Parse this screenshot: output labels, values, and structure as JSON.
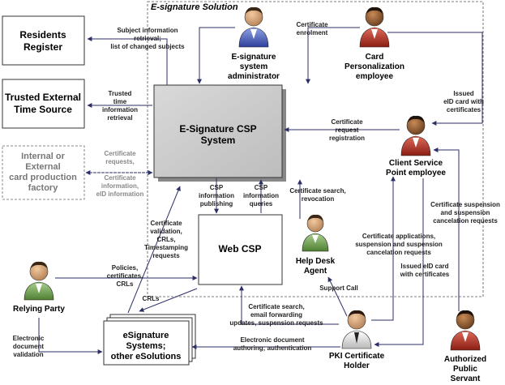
{
  "solution_title": "E-signature Solution",
  "boxes": {
    "residents": [
      "Residents",
      "Register"
    ],
    "trusted": [
      "Trusted External",
      "Time Source"
    ],
    "factory": [
      "Internal or",
      "External",
      "card production",
      "factory"
    ],
    "csp": [
      "E-Signature CSP",
      "System"
    ],
    "webcsp": "Web CSP",
    "esig": [
      "eSignature",
      "Systems;",
      "other eSolutions"
    ]
  },
  "actors": {
    "admin": [
      "E-signature",
      "system",
      "administrator"
    ],
    "card_pers": [
      "Card",
      "Personalization",
      "employee"
    ],
    "csp_emp": [
      "Client Service",
      "Point employee"
    ],
    "helpdesk": [
      "Help Desk",
      "Agent"
    ],
    "relying": [
      "Relying Party"
    ],
    "pki": [
      "PKI Certificate",
      "Holder"
    ],
    "servant": [
      "Authorized",
      "Public",
      "Servant"
    ]
  },
  "labels": {
    "subject_info": [
      "Subject information",
      "retrieval;",
      "list of changed subjects"
    ],
    "cert_enrolment": [
      "Certificate",
      "enrolment"
    ],
    "trusted_time": [
      "Trusted",
      "time",
      "information",
      "retrieval"
    ],
    "issued_eid_1": [
      "Issued",
      "eID  card with",
      "certificates"
    ],
    "cert_req_reg": [
      "Certificate",
      "request",
      "registration"
    ],
    "cert_requests": [
      "Certificate",
      "requests,"
    ],
    "cert_info_eid": [
      "Certificate",
      "information,",
      "eID information"
    ],
    "csp_publishing": [
      "CSP",
      "information",
      "publishing"
    ],
    "csp_queries": [
      "CSP",
      "information",
      "queries"
    ],
    "cert_search_rev": [
      "Certificate search,",
      "revocation"
    ],
    "cert_susp_canc": [
      "Certificate suspension",
      "and suspension",
      "cancelation requests"
    ],
    "cert_validation": [
      "Certificate",
      "validation,",
      "CRLs,",
      "Timestamping",
      "requests"
    ],
    "cert_applications": [
      "Certificate applications,",
      "suspension and suspension",
      "cancelation requests"
    ],
    "policies": [
      "Policies,",
      "certificates,",
      "CRLs"
    ],
    "issued_eid_2": [
      "Issued eID  card",
      "with certificates"
    ],
    "support_call": [
      "Support Call"
    ],
    "crls": [
      "CRLs"
    ],
    "cert_search_email": [
      "Certificate search,",
      "email forwarding",
      "updates, suspension requests"
    ],
    "electronic_validation": [
      "Electronic",
      "document",
      "validation"
    ],
    "electronic_authoring": [
      "Electronic document",
      "authoring; authentication"
    ]
  }
}
